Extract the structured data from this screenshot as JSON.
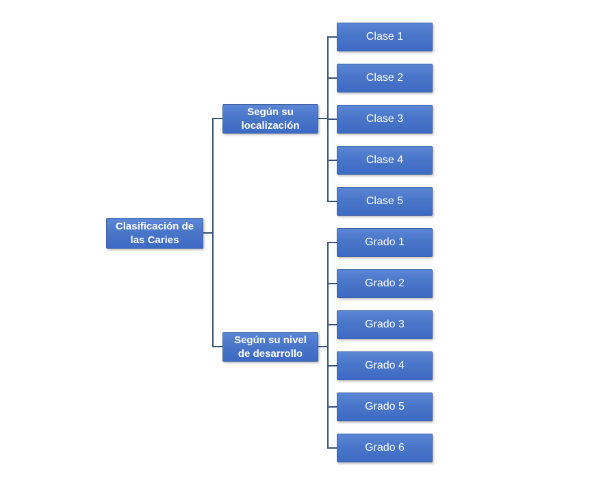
{
  "diagram": {
    "type": "hierarchy",
    "root": {
      "label": "Clasificación de las Caries"
    },
    "branches": [
      {
        "label": "Según su localización",
        "children": [
          "Clase 1",
          "Clase 2",
          "Clase 3",
          "Clase 4",
          "Clase 5"
        ]
      },
      {
        "label": "Según su nivel de desarrollo",
        "children": [
          "Grado 1",
          "Grado 2",
          "Grado 3",
          "Grado 4",
          "Grado 5",
          "Grado 6"
        ]
      }
    ],
    "colors": {
      "node_fill_top": "#5c86d6",
      "node_fill_bottom": "#3d6ac3",
      "node_border": "#3e63a5",
      "connector": "#35517e",
      "node_text": "#ffffff",
      "background": "#ffffff"
    }
  }
}
